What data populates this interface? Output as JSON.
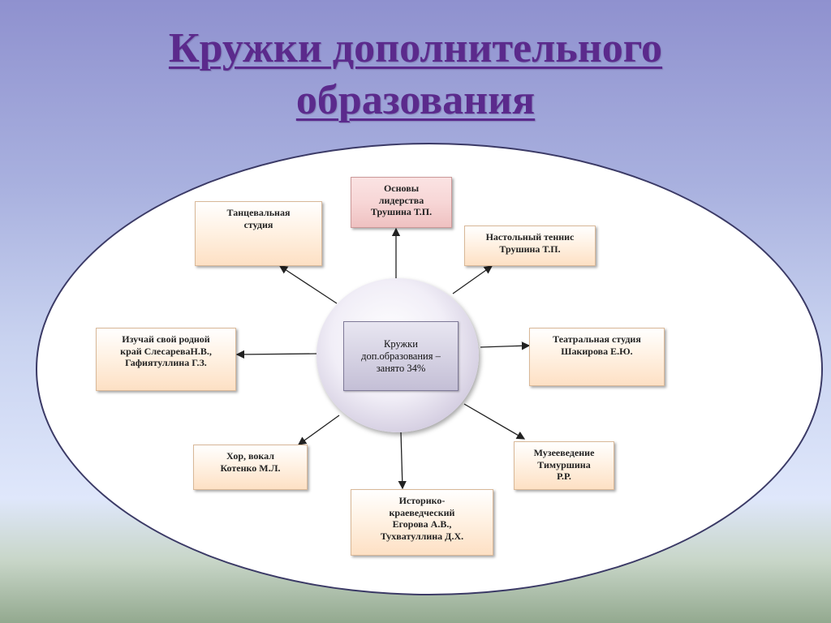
{
  "title": {
    "line1": "Кружки дополнительного",
    "line2": "образования"
  },
  "center": {
    "line1": "Кружки",
    "line2": "доп.образования",
    "line3": "– занято  34%"
  },
  "nodes": {
    "leadership": {
      "line1": "Основы",
      "line2": "лидерства",
      "line3": "Трушина Т.П."
    },
    "dance": {
      "line1": "Танцевальная",
      "line2": "студия"
    },
    "tennis": {
      "line1": "Настольный теннис",
      "line2": "Трушина Т.П."
    },
    "homeland": {
      "line1": "Изучай свой родной",
      "line2": "край СлесареваН.В.,",
      "line3": "Гафиятуллина Г.З."
    },
    "theatre": {
      "line1": "Театральная студия",
      "line2": "Шакирова Е.Ю."
    },
    "choir": {
      "line1": "Хор, вокал",
      "line2": "Котенко М.Л."
    },
    "museum": {
      "line1": "Музееведение",
      "line2": "Тимуршина",
      "line3": "Р.Р."
    },
    "history": {
      "line1": "Историко-",
      "line2": "краеведческий",
      "line3": "Егорова А.В.,",
      "line4": "Тухватуллина Д.Х."
    }
  },
  "colors": {
    "title": "#5b2a8c",
    "arrow": "#222222",
    "box_fill": "#fde0c4",
    "box_pink": "#f7d6d6"
  }
}
